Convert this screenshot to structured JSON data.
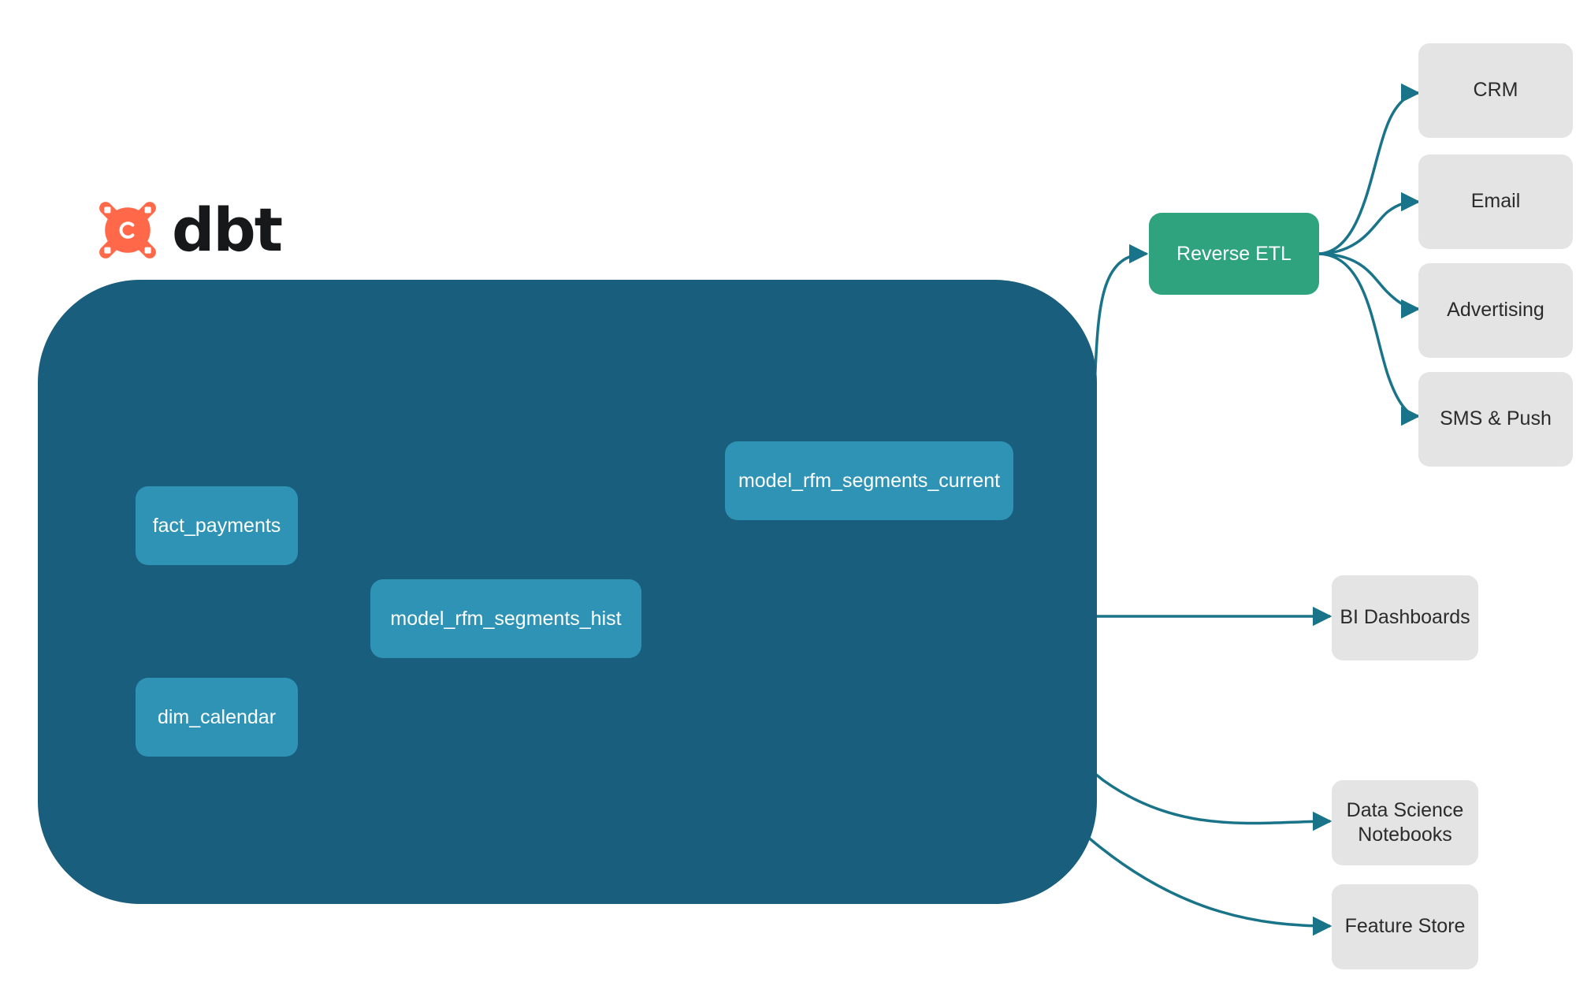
{
  "brand": {
    "logo_icon": "dbt-pinwheel-icon",
    "wordmark": "dbt",
    "logo_color": "#FF694A",
    "wordmark_color": "#16181A"
  },
  "colors": {
    "background": "#FFFFFF",
    "warehouse_container": "#1A5E7E",
    "dbt_model_node": "#2E93B5",
    "reverse_etl_node": "#2FA37D",
    "destination_node": "#E4E4E4",
    "external_edge": "#1A7489",
    "internal_edge": "#3D9CBC",
    "node_label": "#FFFFFF",
    "destination_label": "#2B2B2B"
  },
  "warehouse": {
    "name": "dbt-warehouse-container",
    "nodes": [
      {
        "id": "fact_payments",
        "label": "fact_payments"
      },
      {
        "id": "dim_calendar",
        "label": "dim_calendar"
      },
      {
        "id": "model_rfm_segments_hist",
        "label": "model_rfm_segments_hist"
      },
      {
        "id": "model_rfm_segments_current",
        "label": "model_rfm_segments_current"
      }
    ]
  },
  "reverse_etl": {
    "id": "reverse_etl",
    "label": "Reverse ETL"
  },
  "destinations": [
    {
      "id": "crm",
      "label": "CRM",
      "lines": [
        "CRM"
      ]
    },
    {
      "id": "email",
      "label": "Email",
      "lines": [
        "Email"
      ]
    },
    {
      "id": "advertising",
      "label": "Advertising",
      "lines": [
        "Advertising"
      ]
    },
    {
      "id": "sms_push",
      "label": "SMS & Push",
      "lines": [
        "SMS & Push"
      ]
    },
    {
      "id": "bi_dashboards",
      "label": "BI Dashboards",
      "lines": [
        "BI Dashboards"
      ]
    },
    {
      "id": "data_science_notebooks",
      "label": "Data Science Notebooks",
      "lines": [
        "Data Science",
        "Notebooks"
      ]
    },
    {
      "id": "feature_store",
      "label": "Feature Store",
      "lines": [
        "Feature Store"
      ]
    }
  ],
  "edges": [
    {
      "from": "fact_payments",
      "to": "model_rfm_segments_hist",
      "style": "internal"
    },
    {
      "from": "dim_calendar",
      "to": "model_rfm_segments_hist",
      "style": "internal"
    },
    {
      "from": "model_rfm_segments_hist",
      "to": "model_rfm_segments_current",
      "style": "internal"
    },
    {
      "from": "model_rfm_segments_current",
      "to": "reverse_etl",
      "style": "external"
    },
    {
      "from": "reverse_etl",
      "to": "crm",
      "style": "external"
    },
    {
      "from": "reverse_etl",
      "to": "email",
      "style": "external"
    },
    {
      "from": "reverse_etl",
      "to": "advertising",
      "style": "external"
    },
    {
      "from": "reverse_etl",
      "to": "sms_push",
      "style": "external"
    },
    {
      "from": "model_rfm_segments_hist",
      "to": "bi_dashboards",
      "style": "external"
    },
    {
      "from": "model_rfm_segments_hist",
      "to": "data_science_notebooks",
      "style": "external"
    },
    {
      "from": "model_rfm_segments_hist",
      "to": "feature_store",
      "style": "external"
    }
  ]
}
